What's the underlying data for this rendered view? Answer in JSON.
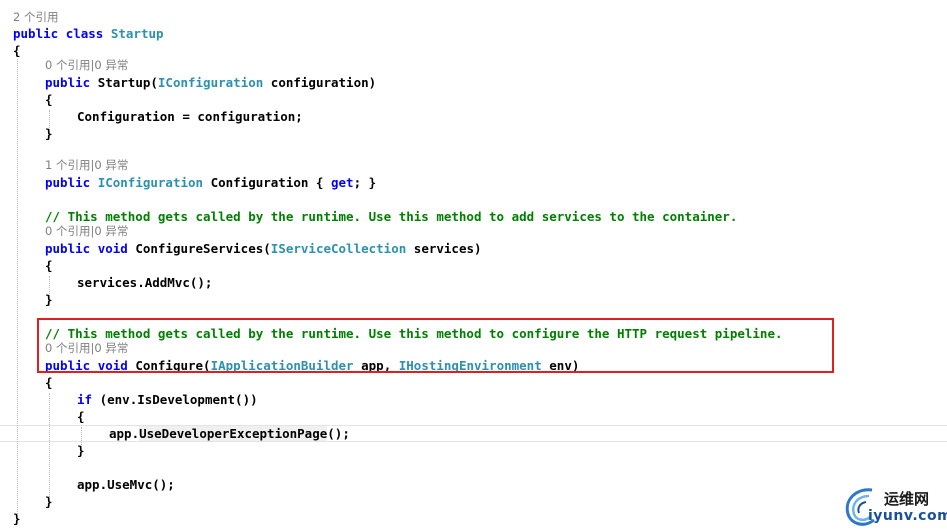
{
  "editor": {
    "codelens": {
      "class_refs": "2 个引用",
      "ctor": "0 个引用|0 异常",
      "prop": "1 个引用|0 异常",
      "configure_services": "0 个引用|0 异常",
      "configure": "0 个引用|0 异常"
    },
    "code": {
      "public": "public",
      "class": "class",
      "void": "void",
      "get": "get",
      "if": "if",
      "open_brace": "{",
      "close_brace": "}",
      "class_name": "Startup",
      "ctor_name": "Startup(",
      "iconfiguration": "IConfiguration",
      "ctor_param": " configuration)",
      "ctor_body": "Configuration = configuration;",
      "prop_name": " Configuration { ",
      "prop_end": "; }",
      "comment_services": "// This method gets called by the runtime. Use this method to add services to the container.",
      "configure_services_name": " ConfigureServices(",
      "iservicecollection": "IServiceCollection",
      "services_param": " services)",
      "add_mvc": "services.AddMvc();",
      "comment_configure": "// This method gets called by the runtime. Use this method to configure the HTTP request pipeline.",
      "configure_name": " Configure(",
      "iapplicationbuilder": "IApplicationBuilder",
      "app_param": " app, ",
      "ihostingenvironment": "IHostingEnvironment",
      "env_param": " env)",
      "if_cond": " (env.IsDevelopment())",
      "app_prefix": "app.",
      "use_dev_exception": "UseDeveloperExceptionPage",
      "call_end": "();",
      "use_mvc": "app.UseMvc();"
    },
    "colors": {
      "keyword": "#0000ff",
      "type": "#2b91af",
      "comment": "#008000",
      "codelens": "#7f7f7f",
      "highlight_border": "#e02020"
    }
  },
  "watermark": {
    "top_text": "运维网",
    "bottom_text": "iyunv.com",
    "icon": "swirl-logo-icon"
  }
}
